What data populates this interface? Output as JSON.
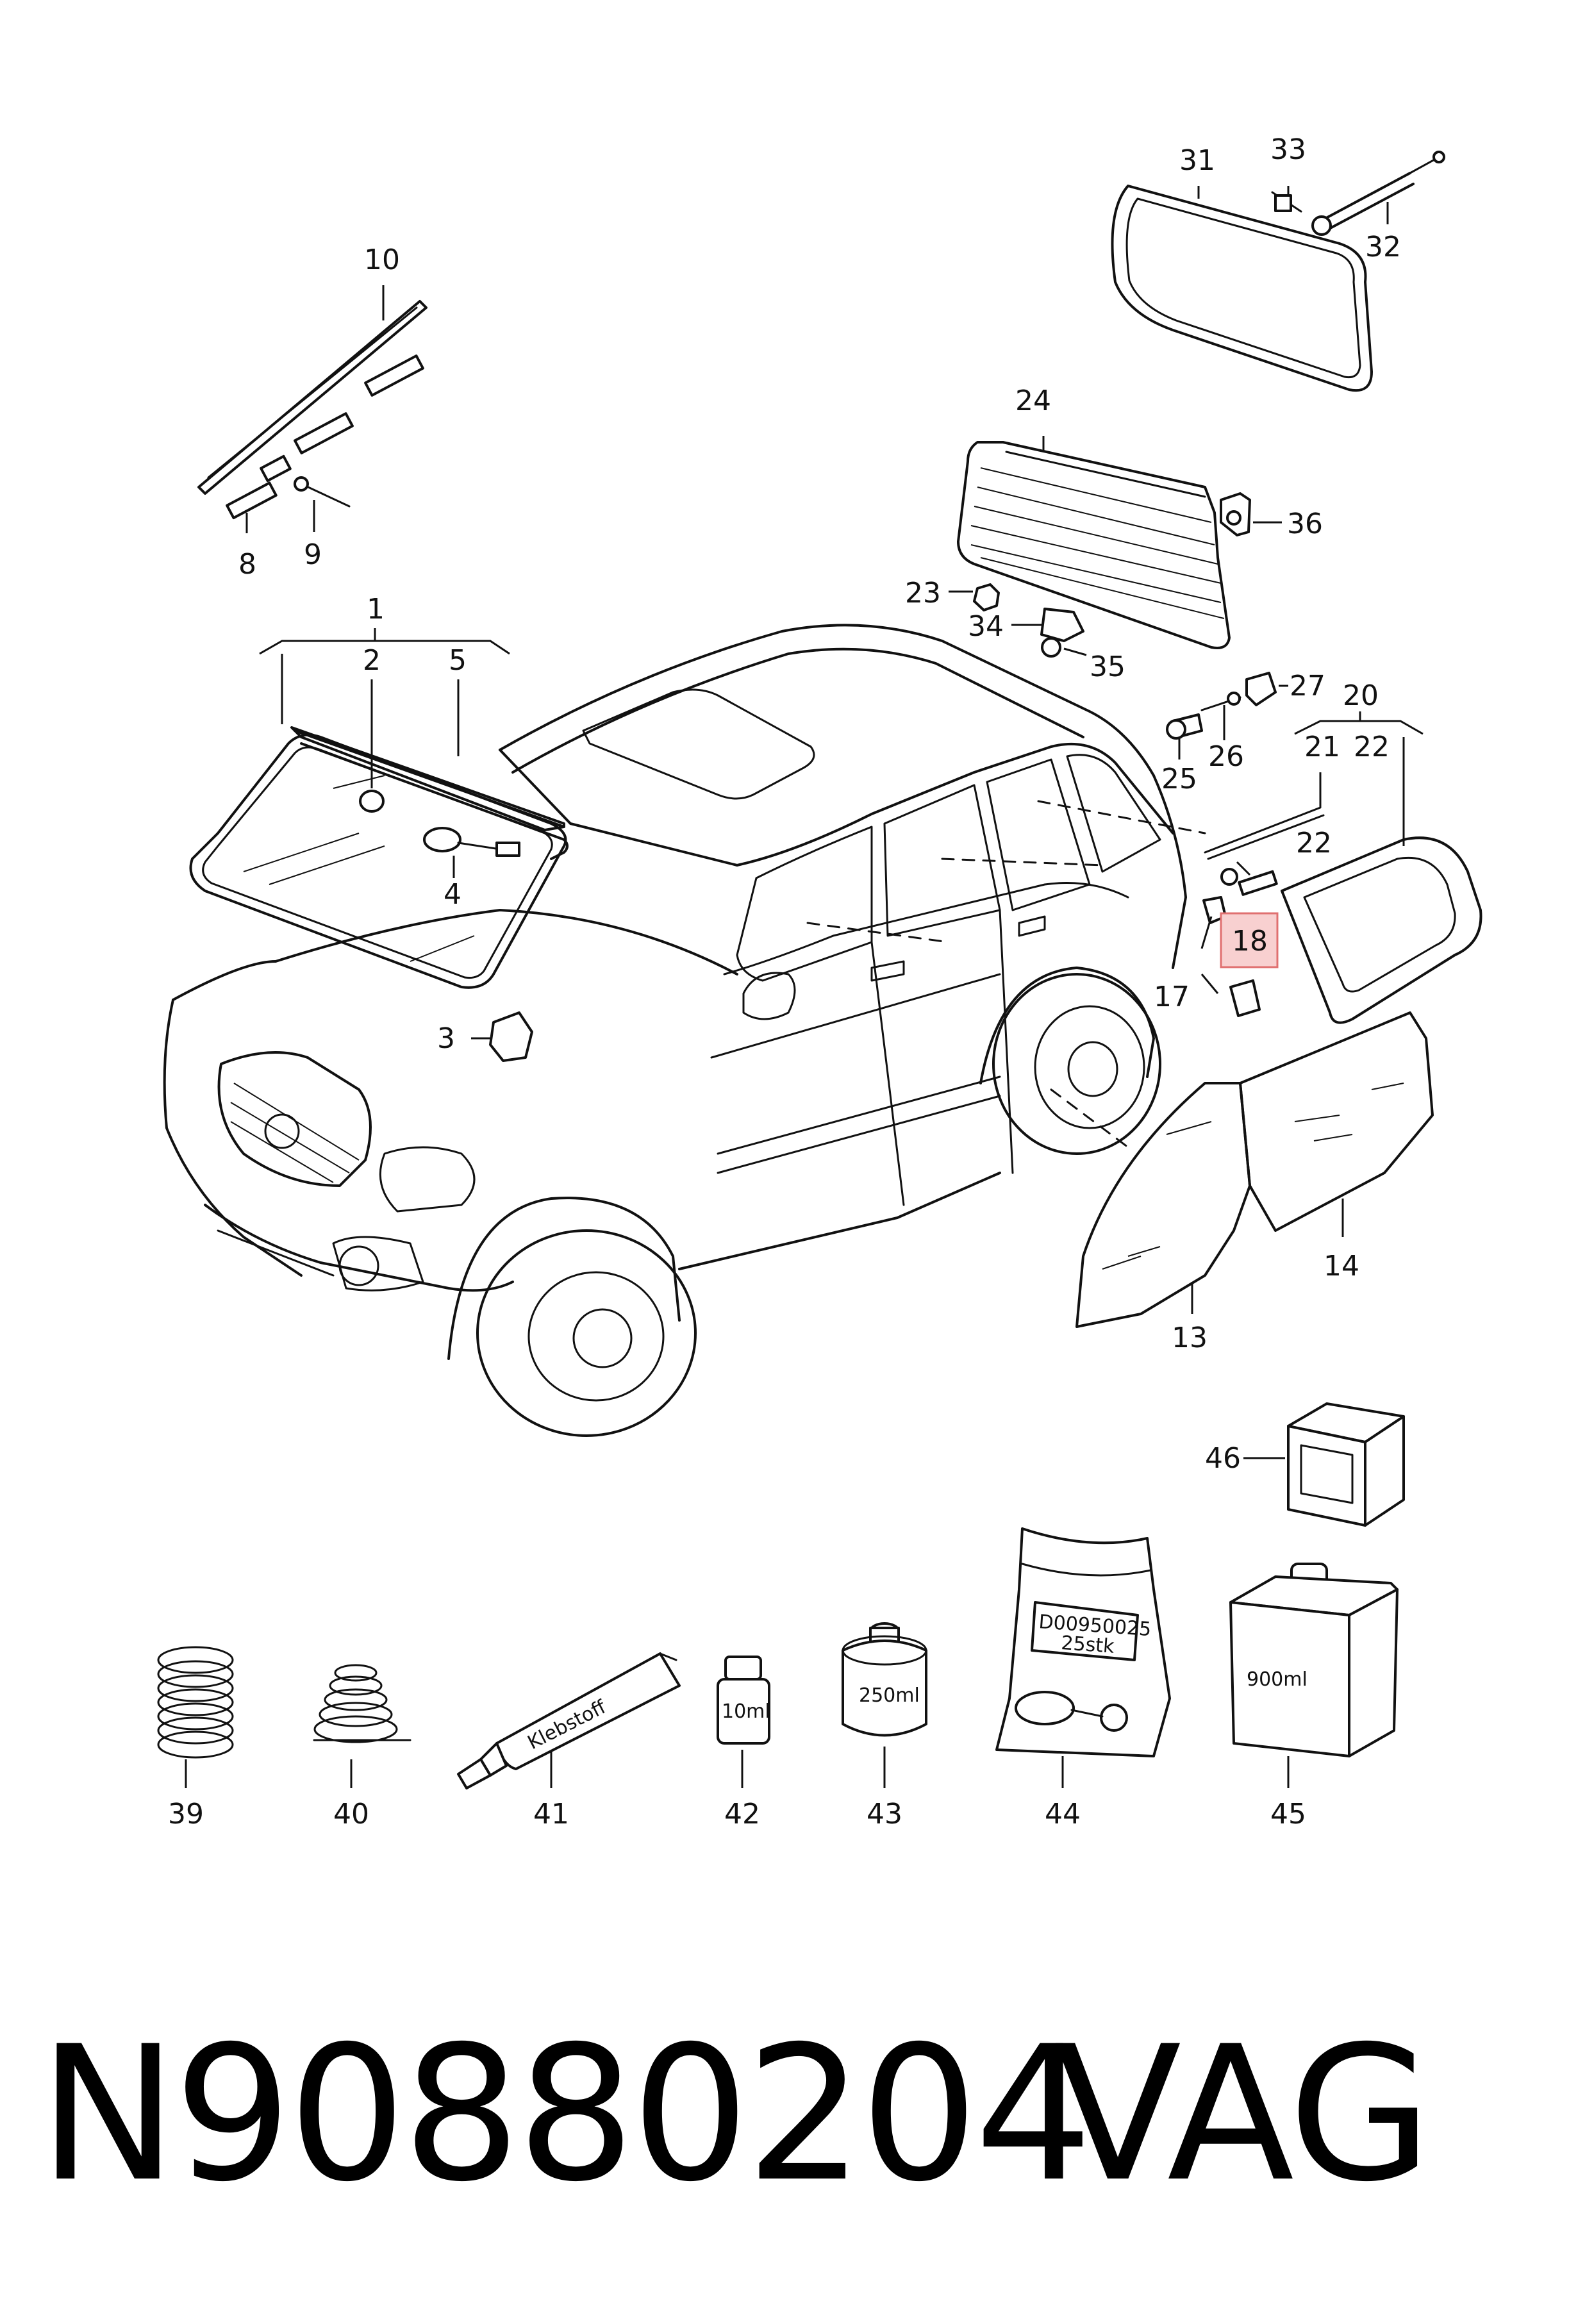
{
  "callouts": {
    "c1": "1",
    "c2": "2",
    "c3": "3",
    "c4": "4",
    "c5": "5",
    "c8": "8",
    "c9": "9",
    "c10": "10",
    "c13": "13",
    "c14": "14",
    "c17": "17",
    "c18": "18",
    "c20": "20",
    "c21": "21",
    "c22a": "22",
    "c22b": "22",
    "c23": "23",
    "c24": "24",
    "c25": "25",
    "c26": "26",
    "c27": "27",
    "c31": "31",
    "c32": "32",
    "c33": "33",
    "c34": "34",
    "c35": "35",
    "c36": "36",
    "c39": "39",
    "c40": "40",
    "c41": "41",
    "c42": "42",
    "c43": "43",
    "c44": "44",
    "c45": "45",
    "c46": "46"
  },
  "highlighted_callout": "18",
  "highlight_color": "#f8d0d0",
  "product_labels": {
    "tube": "Klebstoff",
    "bottle_small": "10ml",
    "can": "250ml",
    "bag_line1": "D00950025",
    "bag_line2": "25stk",
    "box": "900ml"
  },
  "footer": {
    "part_number": "N90880204",
    "brand": "VAG"
  }
}
